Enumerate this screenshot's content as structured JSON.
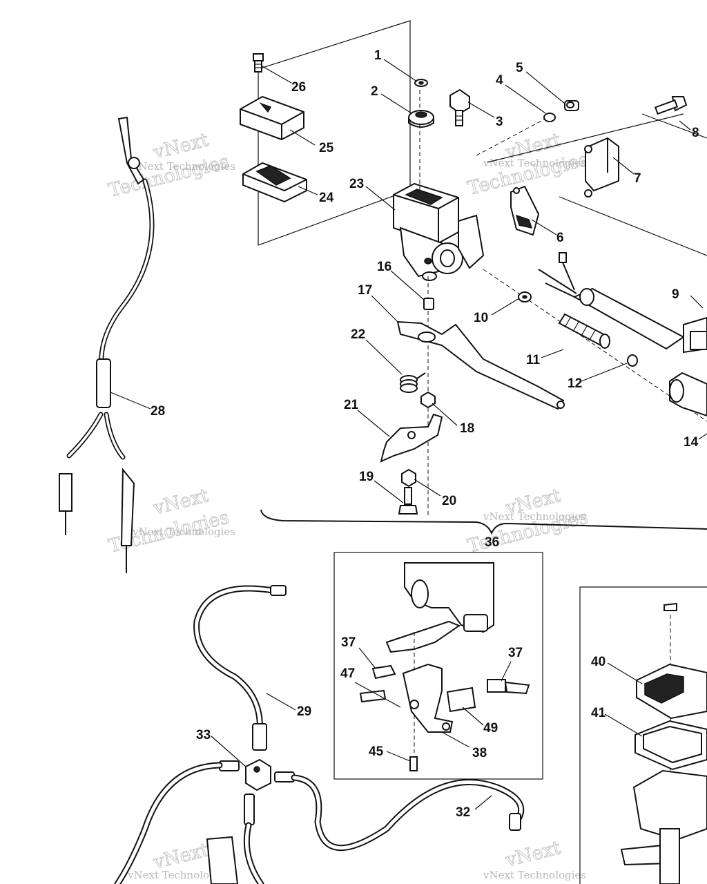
{
  "callouts": {
    "n1": "1",
    "n2": "2",
    "n3": "3",
    "n4": "4",
    "n5": "5",
    "n6": "6",
    "n7": "7",
    "n8": "8",
    "n9": "9",
    "n10": "10",
    "n11": "11",
    "n12": "12",
    "n14": "14",
    "n16": "16",
    "n17": "17",
    "n18": "18",
    "n19": "19",
    "n20": "20",
    "n21": "21",
    "n22": "22",
    "n23": "23",
    "n24": "24",
    "n25": "25",
    "n26": "26",
    "n28": "28",
    "n29": "29",
    "n32": "32",
    "n33": "33",
    "n36": "36",
    "n37a": "37",
    "n37b": "37",
    "n38": "38",
    "n40": "40",
    "n41": "41",
    "n45": "45",
    "n47": "47",
    "n49": "49"
  },
  "watermark": {
    "brand": "vNext Technologies",
    "word1": "vNext",
    "word2": "Technologies"
  }
}
